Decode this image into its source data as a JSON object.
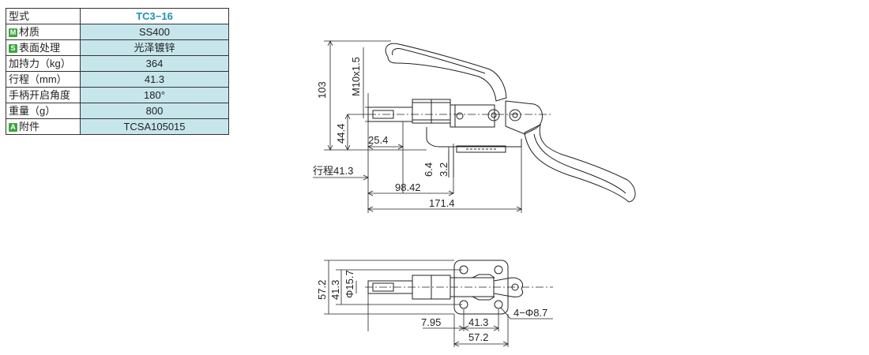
{
  "spec_table": {
    "rows": [
      {
        "label": "型式",
        "value": "TC3−16"
      },
      {
        "badge": "M",
        "label": "材质",
        "value": "SS400"
      },
      {
        "badge": "S",
        "label": "表面处理",
        "value": "光泽镀锌"
      },
      {
        "label": "加持力（kg）",
        "value": "364"
      },
      {
        "label": "行程（mm）",
        "value": "41.3"
      },
      {
        "label": "手柄开启角度",
        "value": "180°"
      },
      {
        "label": "重量（g）",
        "value": "800"
      },
      {
        "badge": "A",
        "label": "附件",
        "value": "TCSA105015"
      }
    ]
  },
  "side_view": {
    "dim_height": "103",
    "dim_thread": "M10x1.5",
    "dim_axis_height": "44.4",
    "dim_25": "25.4",
    "dim_6_4": "6.4",
    "dim_3_2": "3.2",
    "dim_stroke": "行程41.3",
    "dim_98": "98.42",
    "dim_171": "171.4"
  },
  "top_view": {
    "dim_57_h": "57.2",
    "dim_41_h": "41.3",
    "dim_phi": "Φ15.7",
    "dim_holes": "4−Φ8.7",
    "dim_7_95": "7.95",
    "dim_41_w": "41.3",
    "dim_57_w": "57.2"
  },
  "colors": {
    "table_value_bg": "#c6e6ec",
    "header_value_text": "#1f8fb5",
    "badge_green": "#3aa83a"
  }
}
